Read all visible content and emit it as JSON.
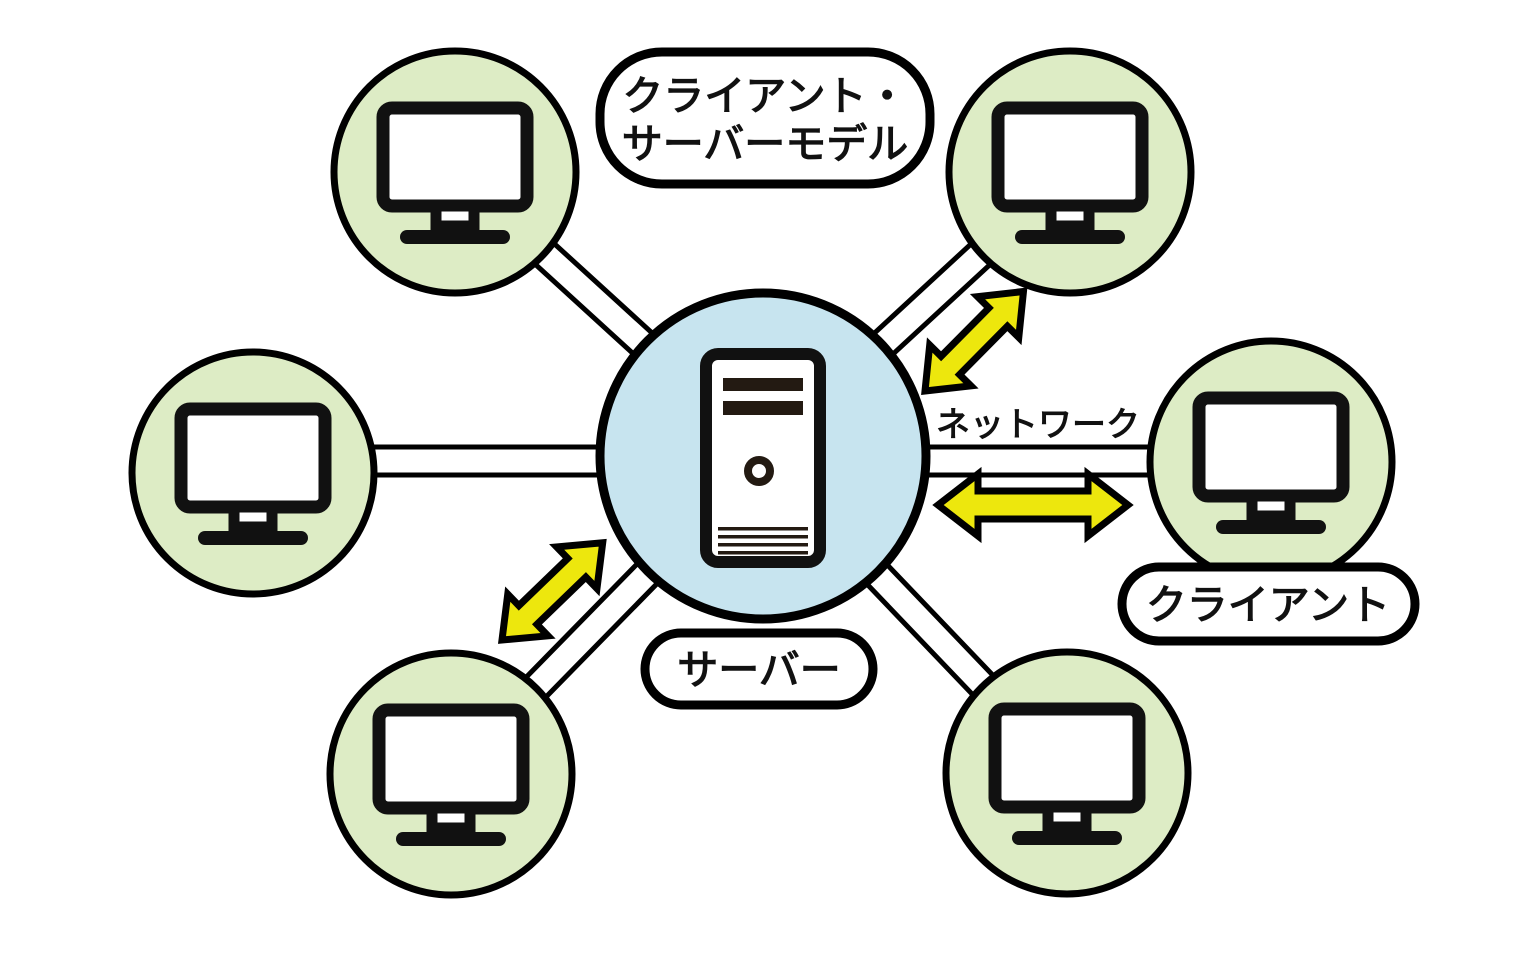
{
  "diagram": {
    "title": {
      "full": "クライアント・サーバーモデル",
      "line1": "クライアント・",
      "line2": "サーバーモデル"
    },
    "labels": {
      "network": "ネットワーク",
      "client": "クライアント",
      "server": "サーバー"
    },
    "nodes": {
      "server_count": "1",
      "client_count": "6",
      "client_positions": [
        "top-left",
        "top-right",
        "middle-left",
        "middle-right",
        "bottom-left",
        "bottom-right"
      ]
    },
    "connections": {
      "line_style": "double-line",
      "count": "6",
      "two_way_arrow_count": "3"
    },
    "colors": {
      "client_circle_fill": "#ddecc5",
      "server_circle_fill": "#c7e4ef",
      "arrow_fill": "#ede70d",
      "outline": "#000000",
      "background": "#ffffff"
    }
  }
}
